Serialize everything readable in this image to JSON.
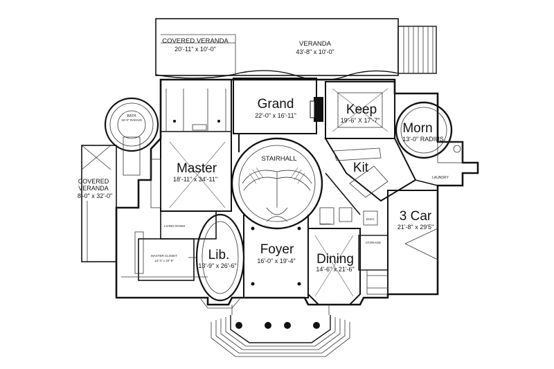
{
  "rooms": {
    "covered_veranda_top": {
      "label": "COVERED VERANDA",
      "dims": "20'-11\" x 10'-0\""
    },
    "veranda": {
      "label": "VERANDA",
      "dims": "43'-8\" x 10'-0\""
    },
    "bath": {
      "label": "BATH",
      "dims": "15'-0\" RADIUS"
    },
    "grand": {
      "label": "Grand",
      "dims": "22'-0\" x 16'-11\""
    },
    "keep": {
      "label": "Keep",
      "dims": "19'-6\" X 17'-7\""
    },
    "morn": {
      "label": "Morn",
      "dims": "13'-0\" RADIUS"
    },
    "stairhall": {
      "label": "STAIRHALL"
    },
    "master": {
      "label": "Master",
      "dims": "18'-11\" x 34'-11\""
    },
    "kit": {
      "label": "Kit"
    },
    "covered_veranda_side": {
      "label_line1": "COVERED",
      "label_line2": "VERANDA",
      "dims": "8'-0\" x 32'-0\""
    },
    "laundry": {
      "label": "LAUNDRY"
    },
    "three_car": {
      "label": "3 Car",
      "dims": "21'-8\" x 29'5\""
    },
    "living_room": {
      "label": "LIVING ROOM"
    },
    "lib": {
      "label": "Lib.",
      "dims": "13'-9\" x 26'-6\""
    },
    "foyer": {
      "label": "Foyer",
      "dims": "16'-0\" x 19'-4\""
    },
    "dining": {
      "label": "Dining",
      "dims": "14'-6\" x 21'-6\""
    },
    "master_closet": {
      "label": "MASTER CLOSET",
      "dims": "14'-4\" x 22'-6\""
    },
    "storage": {
      "label": "STORAGE"
    },
    "pantry": {
      "label": "PANTRY"
    },
    "elev": {
      "label": "ELEV."
    }
  }
}
